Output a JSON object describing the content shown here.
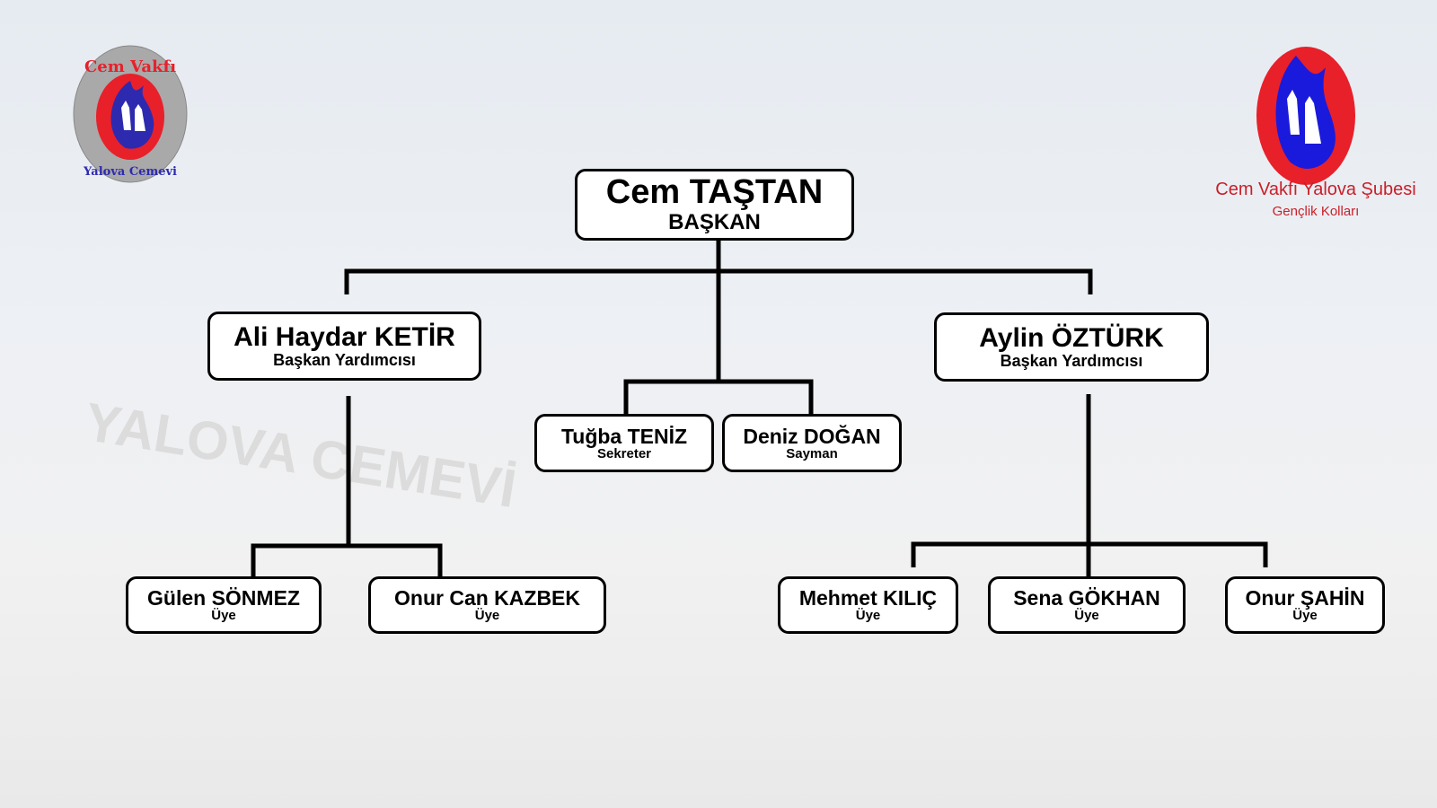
{
  "logos": {
    "left": {
      "text_top": "Cem Vakfı",
      "text_bottom": "Yalova Cemevi"
    },
    "right": {
      "title": "Cem Vakfı Yalova Şubesi",
      "subtitle": "Gençlik Kolları"
    }
  },
  "background_watermark": "YALOVA CEMEVİ",
  "chart": {
    "president": {
      "name": "Cem TAŞTAN",
      "role": "BAŞKAN"
    },
    "vice_left": {
      "name": "Ali Haydar KETİR",
      "role": "Başkan Yardımcısı"
    },
    "vice_right": {
      "name": "Aylin ÖZTÜRK",
      "role": "Başkan Yardımcısı"
    },
    "secretary": {
      "name": "Tuğba TENİZ",
      "role": "Sekreter"
    },
    "treasurer": {
      "name": "Deniz DOĞAN",
      "role": "Sayman"
    },
    "members_left": [
      {
        "name": "Gülen SÖNMEZ",
        "role": "Üye"
      },
      {
        "name": "Onur Can KAZBEK",
        "role": "Üye"
      }
    ],
    "members_right": [
      {
        "name": "Mehmet KILIÇ",
        "role": "Üye"
      },
      {
        "name": "Sena GÖKHAN",
        "role": "Üye"
      },
      {
        "name": "Onur ŞAHİN",
        "role": "Üye"
      }
    ]
  },
  "colors": {
    "logo_red": "#e8202a",
    "logo_blue": "#1a1adc",
    "line": "#000000"
  }
}
